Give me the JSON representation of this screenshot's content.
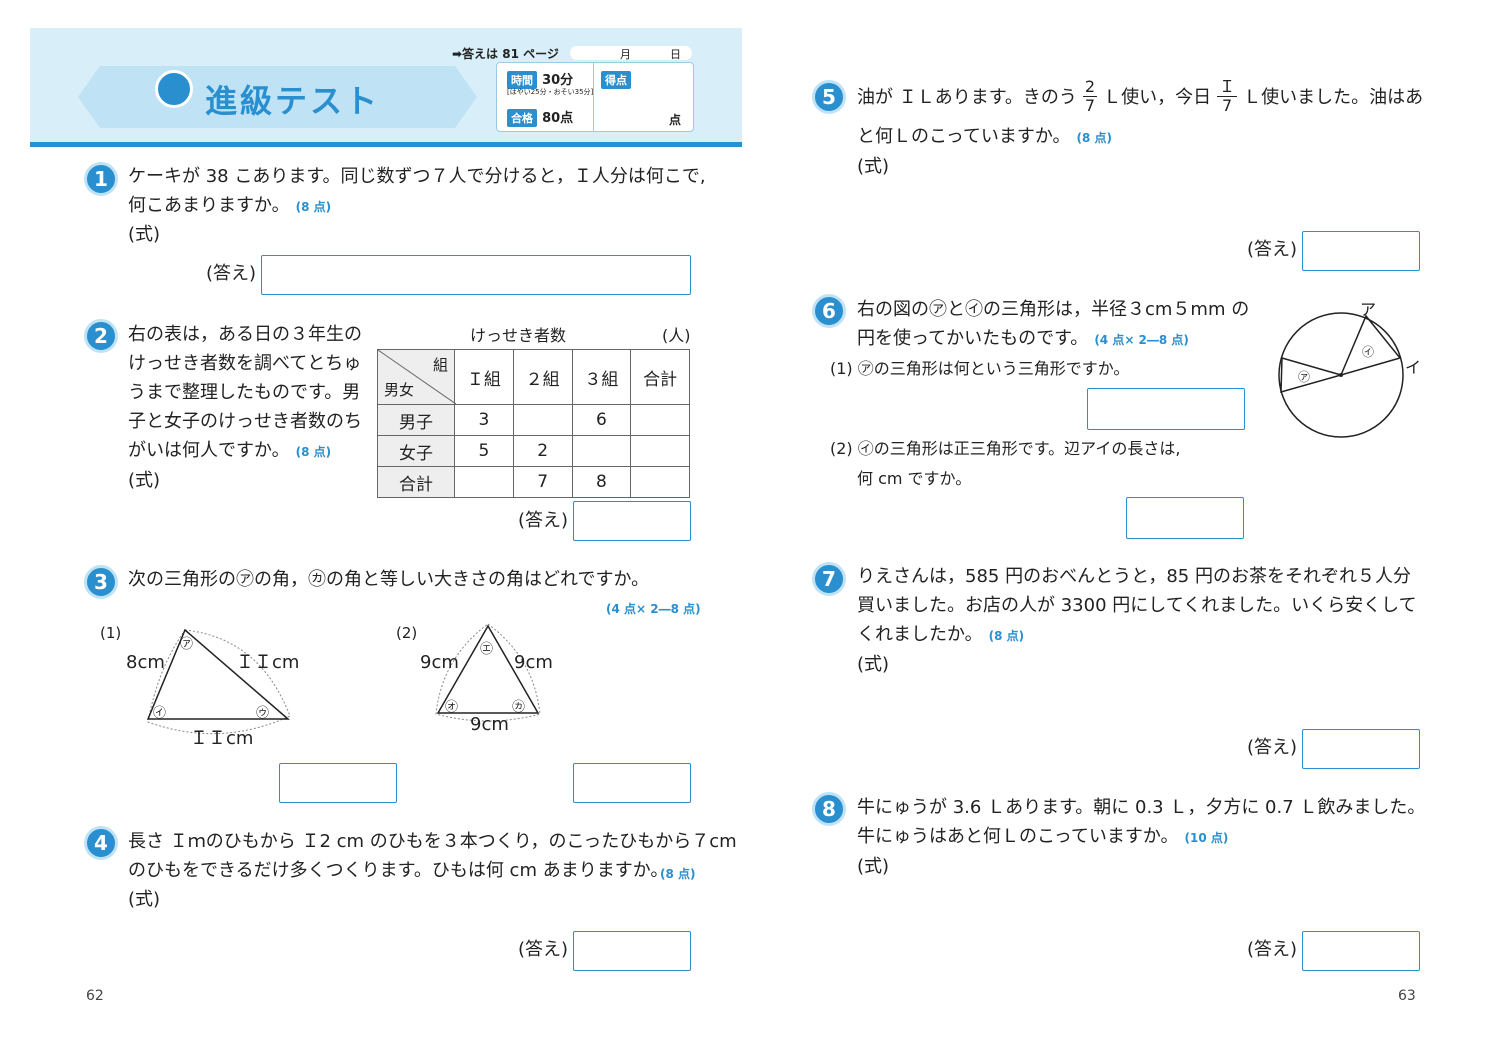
{
  "header": {
    "answer_ref": "➡答えは 81 ページ",
    "date_month": "月",
    "date_day": "日",
    "title": "進級テスト",
    "time_tag": "時間",
    "time_value": "30分",
    "time_note": "[はやい25分・おそい35分]",
    "pass_tag": "合格",
    "pass_value": "80点",
    "score_tag": "得点",
    "score_unit": "点"
  },
  "q1": {
    "num": "1",
    "line1": "ケーキが 38 こあります。同じ数ずつ７人で分けると，Ｉ人分は何こで,",
    "line2": "何こあまりますか。",
    "points": "(8 点)",
    "formula": "(式)",
    "answer_label": "(答え)"
  },
  "q2": {
    "num": "2",
    "lines": [
      "右の表は，ある日の３年生の",
      "けっせき者数を調べてとちゅ",
      "うまで整理したものです。男",
      "子と女子のけっせき者数のち",
      "がいは何人ですか。"
    ],
    "points": "(8 点)",
    "formula": "(式)",
    "answer_label": "(答え)",
    "table_title": "けっせき者数",
    "table_unit": "(人)",
    "corner_top": "組",
    "corner_bottom": "男女",
    "cols": [
      "Ｉ組",
      "２組",
      "３組",
      "合計"
    ],
    "rows": [
      {
        "label": "男子",
        "cells": [
          "3",
          "",
          "6",
          ""
        ]
      },
      {
        "label": "女子",
        "cells": [
          "5",
          "2",
          "",
          ""
        ]
      },
      {
        "label": "合計",
        "cells": [
          "",
          "7",
          "8",
          ""
        ]
      }
    ]
  },
  "q3": {
    "num": "3",
    "text": "次の三角形の㋐の角，㋕の角と等しい大きさの角はどれですか。",
    "points": "(4 点× 2―8 点)",
    "fig1": {
      "num": "(1)",
      "left": "8cm",
      "right": "ＩＩcm",
      "bottom": "ＩＩcm",
      "a": "㋐",
      "i": "㋑",
      "u": "㋒"
    },
    "fig2": {
      "num": "(2)",
      "left": "9cm",
      "right": "9cm",
      "bottom": "9cm",
      "e": "㋓",
      "o": "㋔",
      "ka": "㋕"
    }
  },
  "q4": {
    "num": "4",
    "line1": "長さ Ｉｍのひもから Ｉ2 cm のひもを３本つくり，のこったひもから７cm",
    "line2": "のひもをできるだけ多くつくります。ひもは何 cm あまりますか。",
    "points": "(8 点)",
    "formula": "(式)",
    "answer_label": "(答え)"
  },
  "q5": {
    "num": "5",
    "part1": "油が ＩＬあります。きのう",
    "frac1_num": "2",
    "frac1_den": "7",
    "part2": "Ｌ使い，今日",
    "frac2_num": "Ｉ",
    "frac2_den": "7",
    "part3": "Ｌ使いました。油はあ",
    "line2": "と何Ｌのこっていますか。",
    "points": "(8 点)",
    "formula": "(式)",
    "answer_label": "(答え)"
  },
  "q6": {
    "num": "6",
    "line1": "右の図の㋐と㋑の三角形は，半径３cm５mm の",
    "line2": "円を使ってかいたものです。",
    "points": "(4 点× 2―8 点)",
    "sub1": "(1) ㋐の三角形は何という三角形ですか。",
    "sub2_line1": "(2) ㋑の三角形は正三角形です。辺アイの長さは,",
    "sub2_line2": "何 cm ですか。",
    "fig_a": "ア",
    "fig_i": "イ",
    "fig_ta": "㋐",
    "fig_ti": "㋑"
  },
  "q7": {
    "num": "7",
    "line1": "りえさんは，585 円のおべんとうと，85 円のお茶をそれぞれ５人分",
    "line2": "買いました。お店の人が 3300 円にしてくれました。いくら安くして",
    "line3": "くれましたか。",
    "points": "(8 点)",
    "formula": "(式)",
    "answer_label": "(答え)"
  },
  "q8": {
    "num": "8",
    "line1": "牛にゅうが 3.6 Ｌあります。朝に 0.3 Ｌ，夕方に 0.7 Ｌ飲みました。",
    "line2": "牛にゅうはあと何Ｌのこっていますか。",
    "points": "(10 点)",
    "formula": "(式)",
    "answer_label": "(答え)"
  },
  "pages": {
    "left": "62",
    "right": "63"
  }
}
